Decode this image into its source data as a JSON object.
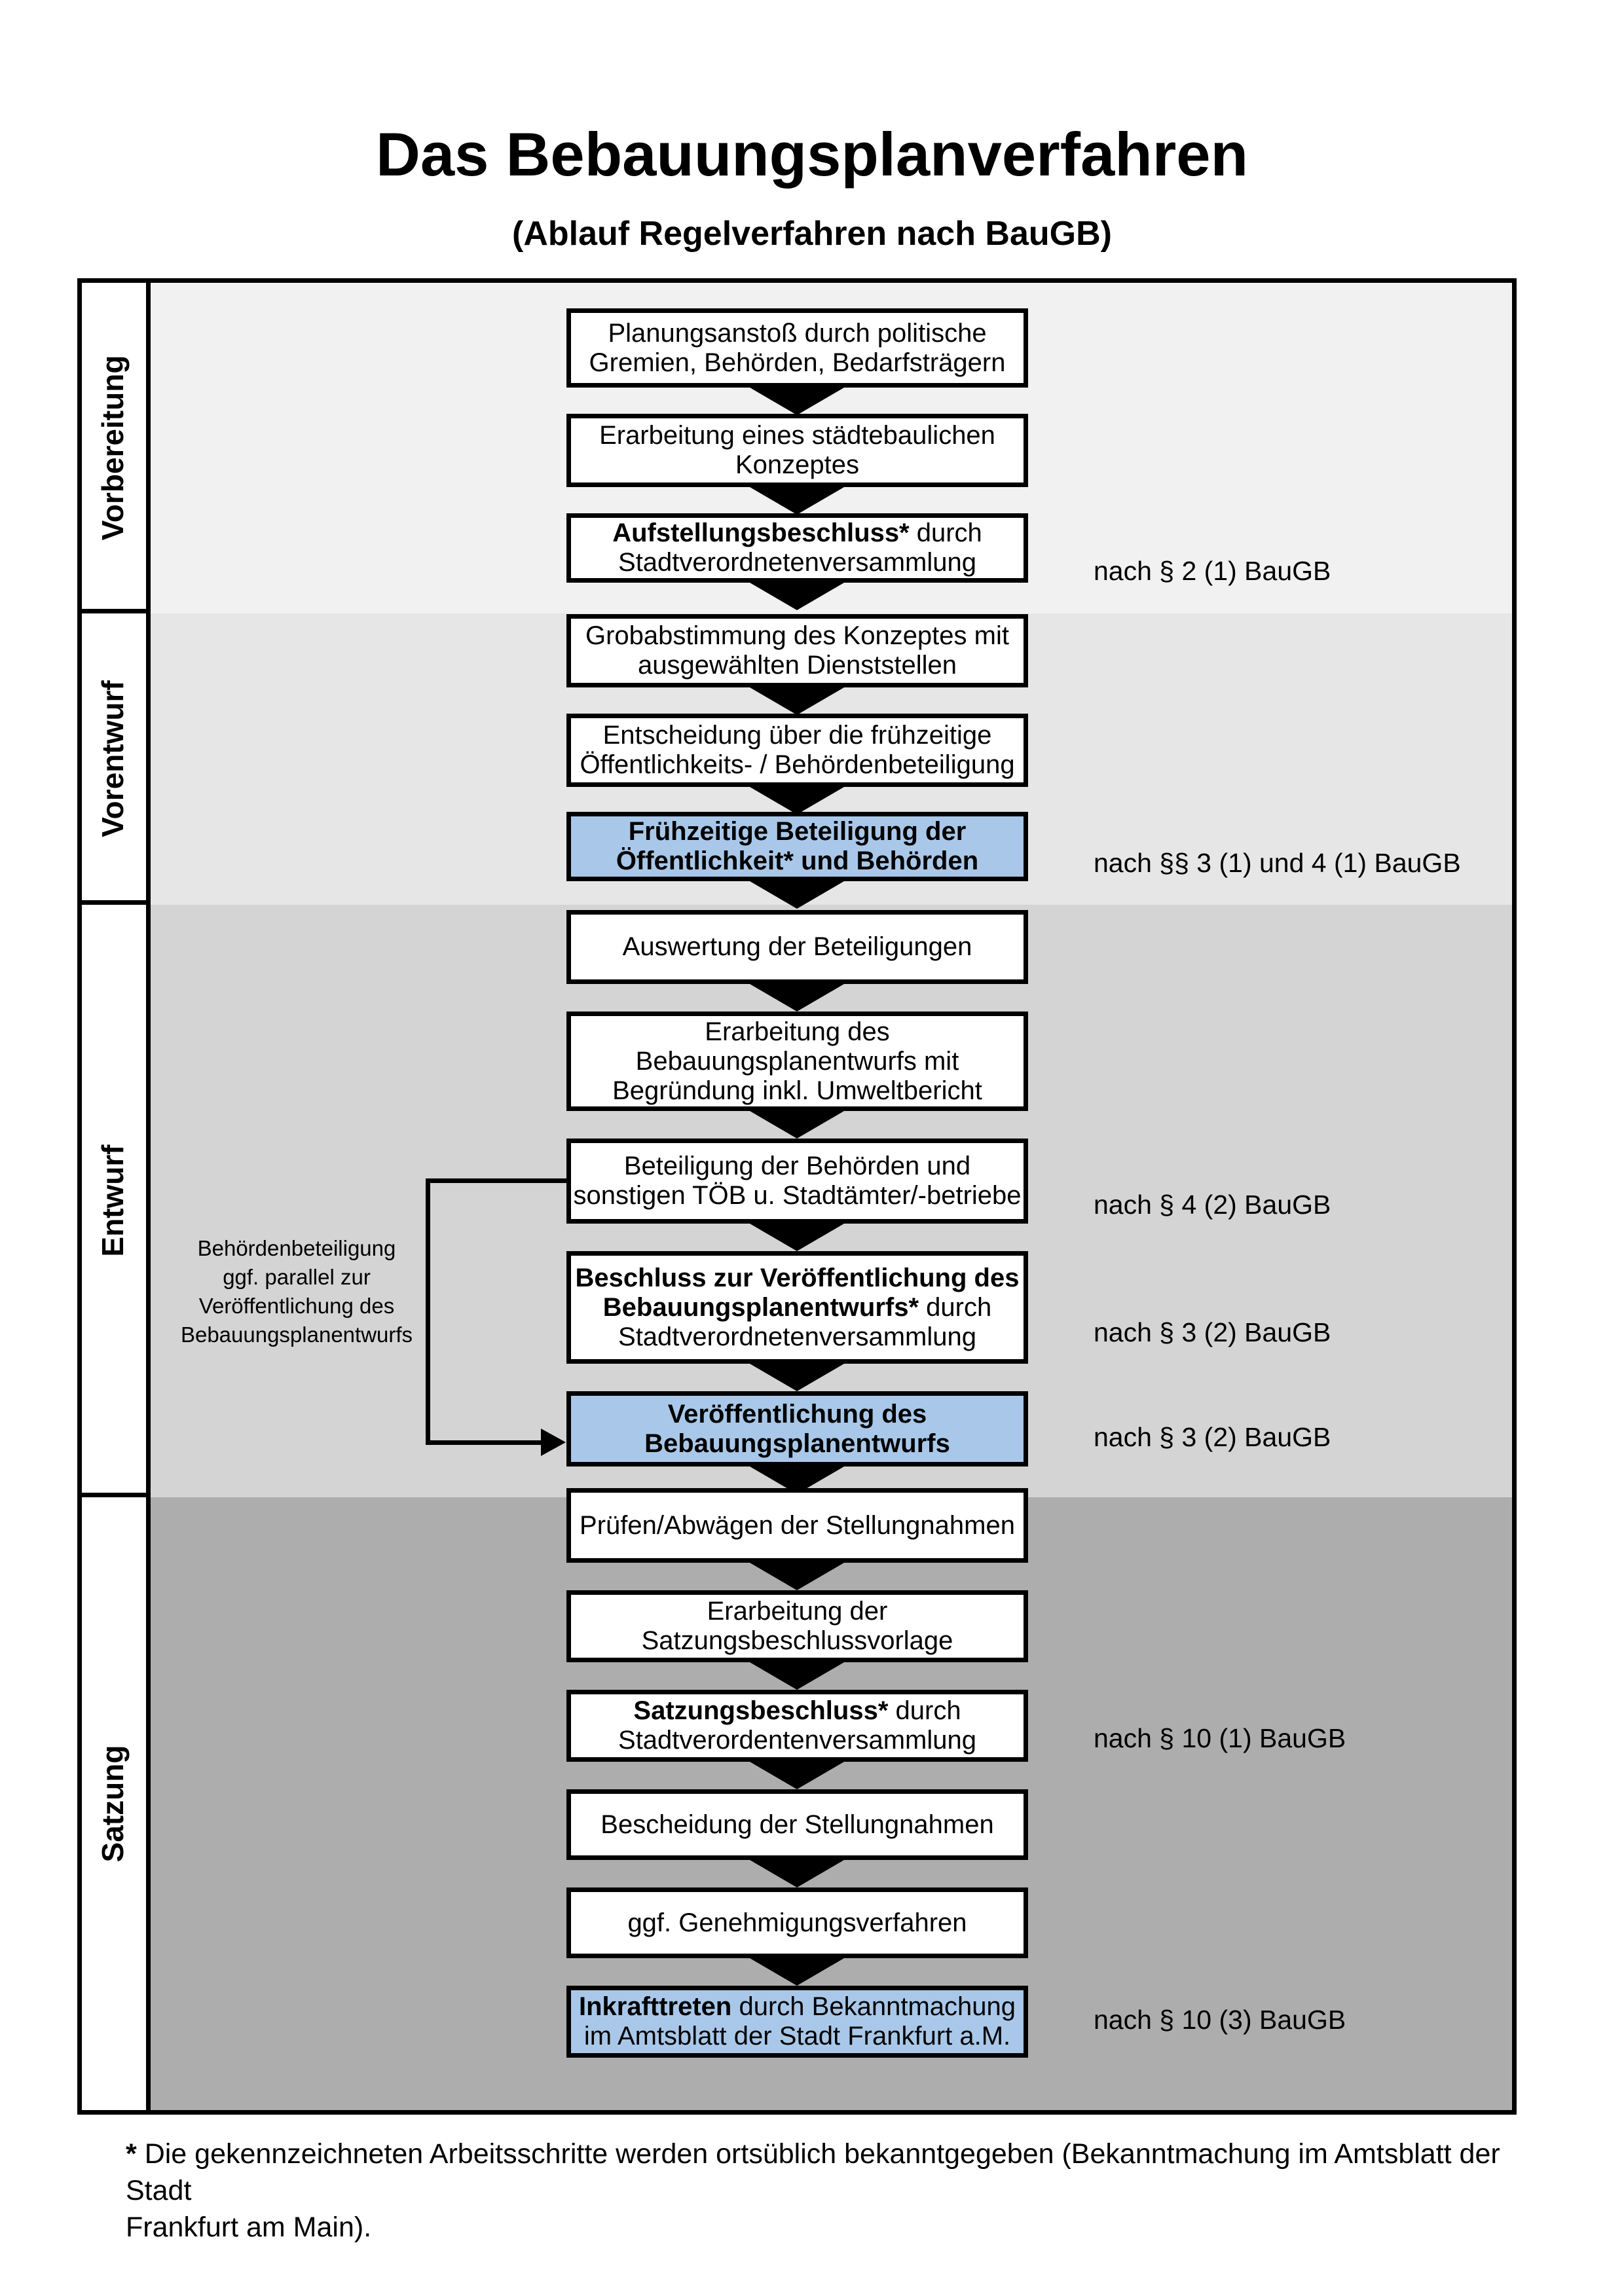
{
  "title": "Das Bebauungsplanverfahren",
  "subtitle": "(Ablauf Regelverfahren nach BauGB)",
  "phases": [
    {
      "label": "Vorbereitung"
    },
    {
      "label": "Vorentwurf"
    },
    {
      "label": "Entwurf"
    },
    {
      "label": "Satzung"
    }
  ],
  "steps": [
    {
      "highlight": false,
      "segments": [
        {
          "text": "Planungsanstoß durch politische\nGremien, Behörden, Bedarfsträgern",
          "bold": false
        }
      ]
    },
    {
      "highlight": false,
      "segments": [
        {
          "text": "Erarbeitung eines städtebaulichen\nKonzeptes",
          "bold": false
        }
      ]
    },
    {
      "highlight": false,
      "segments": [
        {
          "text": "Aufstellungsbeschluss*",
          "bold": true
        },
        {
          "text": " durch\nStadtverordnetenversammlung",
          "bold": false
        }
      ]
    },
    {
      "highlight": false,
      "segments": [
        {
          "text": "Grobabstimmung des Konzeptes mit\nausgewählten Dienststellen",
          "bold": false
        }
      ]
    },
    {
      "highlight": false,
      "segments": [
        {
          "text": "Entscheidung über die frühzeitige\nÖffentlichkeits- / Behördenbeteiligung",
          "bold": false
        }
      ]
    },
    {
      "highlight": true,
      "segments": [
        {
          "text": "Frühzeitige Beteiligung der\nÖffentlichkeit* und Behörden",
          "bold": true
        }
      ]
    },
    {
      "highlight": false,
      "segments": [
        {
          "text": "Auswertung der Beteiligungen",
          "bold": false
        }
      ]
    },
    {
      "highlight": false,
      "segments": [
        {
          "text": "Erarbeitung des\nBebauungsplanentwurfs mit\nBegründung inkl. Umweltbericht",
          "bold": false
        }
      ]
    },
    {
      "highlight": false,
      "segments": [
        {
          "text": "Beteiligung der Behörden und\nsonstigen TÖB u. Stadtämter/-betriebe",
          "bold": false
        }
      ]
    },
    {
      "highlight": false,
      "segments": [
        {
          "text": "Beschluss zur Veröffentlichung des\nBebauungsplanentwurfs*",
          "bold": true
        },
        {
          "text": " durch\nStadtverordnetenversammlung",
          "bold": false
        }
      ]
    },
    {
      "highlight": true,
      "segments": [
        {
          "text": "Veröffentlichung des\nBebauungsplanentwurfs",
          "bold": true
        }
      ]
    },
    {
      "highlight": false,
      "segments": [
        {
          "text": "Prüfen/Abwägen der Stellungnahmen",
          "bold": false
        }
      ]
    },
    {
      "highlight": false,
      "segments": [
        {
          "text": "Erarbeitung der\nSatzungsbeschlussvorlage",
          "bold": false
        }
      ]
    },
    {
      "highlight": false,
      "segments": [
        {
          "text": "Satzungsbeschluss*",
          "bold": true
        },
        {
          "text": " durch\nStadtverordentenversammlung",
          "bold": false
        }
      ]
    },
    {
      "highlight": false,
      "segments": [
        {
          "text": "Bescheidung der Stellungnahmen",
          "bold": false
        }
      ]
    },
    {
      "highlight": false,
      "segments": [
        {
          "text": "ggf. Genehmigungsverfahren",
          "bold": false
        }
      ]
    },
    {
      "highlight": true,
      "segments": [
        {
          "text": "Inkrafttreten",
          "bold": true
        },
        {
          "text": " durch Bekanntmachung\nim Amtsblatt der Stadt Frankfurt a.M.",
          "bold": false
        }
      ]
    }
  ],
  "legal_refs": [
    {
      "text": "nach § 2 (1) BauGB"
    },
    {
      "text": "nach §§ 3 (1) und 4 (1) BauGB"
    },
    {
      "text": "nach § 4 (2) BauGB"
    },
    {
      "text": "nach § 3 (2) BauGB"
    },
    {
      "text": "nach § 3 (2) BauGB"
    },
    {
      "text": "nach § 10 (1) BauGB"
    },
    {
      "text": "nach § 10 (3) BauGB"
    }
  ],
  "side_note": {
    "text": "Behördenbeteiligung\nggf. parallel zur\nVeröffentlichung des\nBebauungsplanentwurfs"
  },
  "footnote": {
    "marker": "*",
    "text": "Die gekennzeichneten Arbeitsschritte werden ortsüblich bekanntgegeben (Bekanntmachung im Amtsblatt  der Stadt\nFrankfurt am Main)."
  },
  "colors": {
    "highlight_blue": "#a9c8e9",
    "band_backgrounds": [
      "#f1f1f1",
      "#e6e6e6",
      "#d4d4d4",
      "#adadad"
    ]
  }
}
